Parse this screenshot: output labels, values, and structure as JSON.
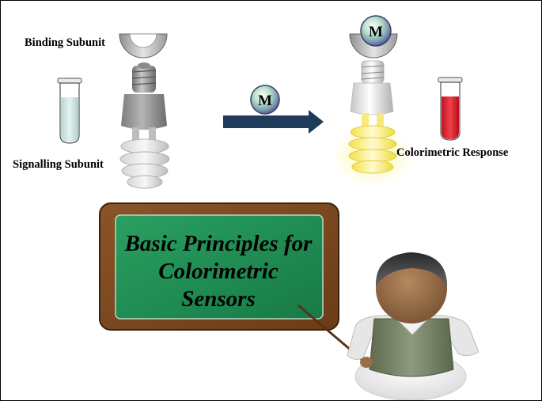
{
  "labels": {
    "binding_subunit": "Binding Subunit",
    "signalling_subunit": "Signalling Subunit",
    "colorimetric_response": "Colorimetric Response",
    "metal_symbol": "M"
  },
  "board": {
    "lines": [
      "Basic Principles for",
      "Colorimetric",
      "Sensors"
    ]
  },
  "colors": {
    "tube_before": "#cfe6e3",
    "tube_after": "#e0202c",
    "arrow": "#1f3b5a",
    "board_frame": "#7a4a22",
    "board_surface": "#1f8c55",
    "bulb_glow": "#fff27a",
    "bulb_off": "#c8c8c8"
  }
}
